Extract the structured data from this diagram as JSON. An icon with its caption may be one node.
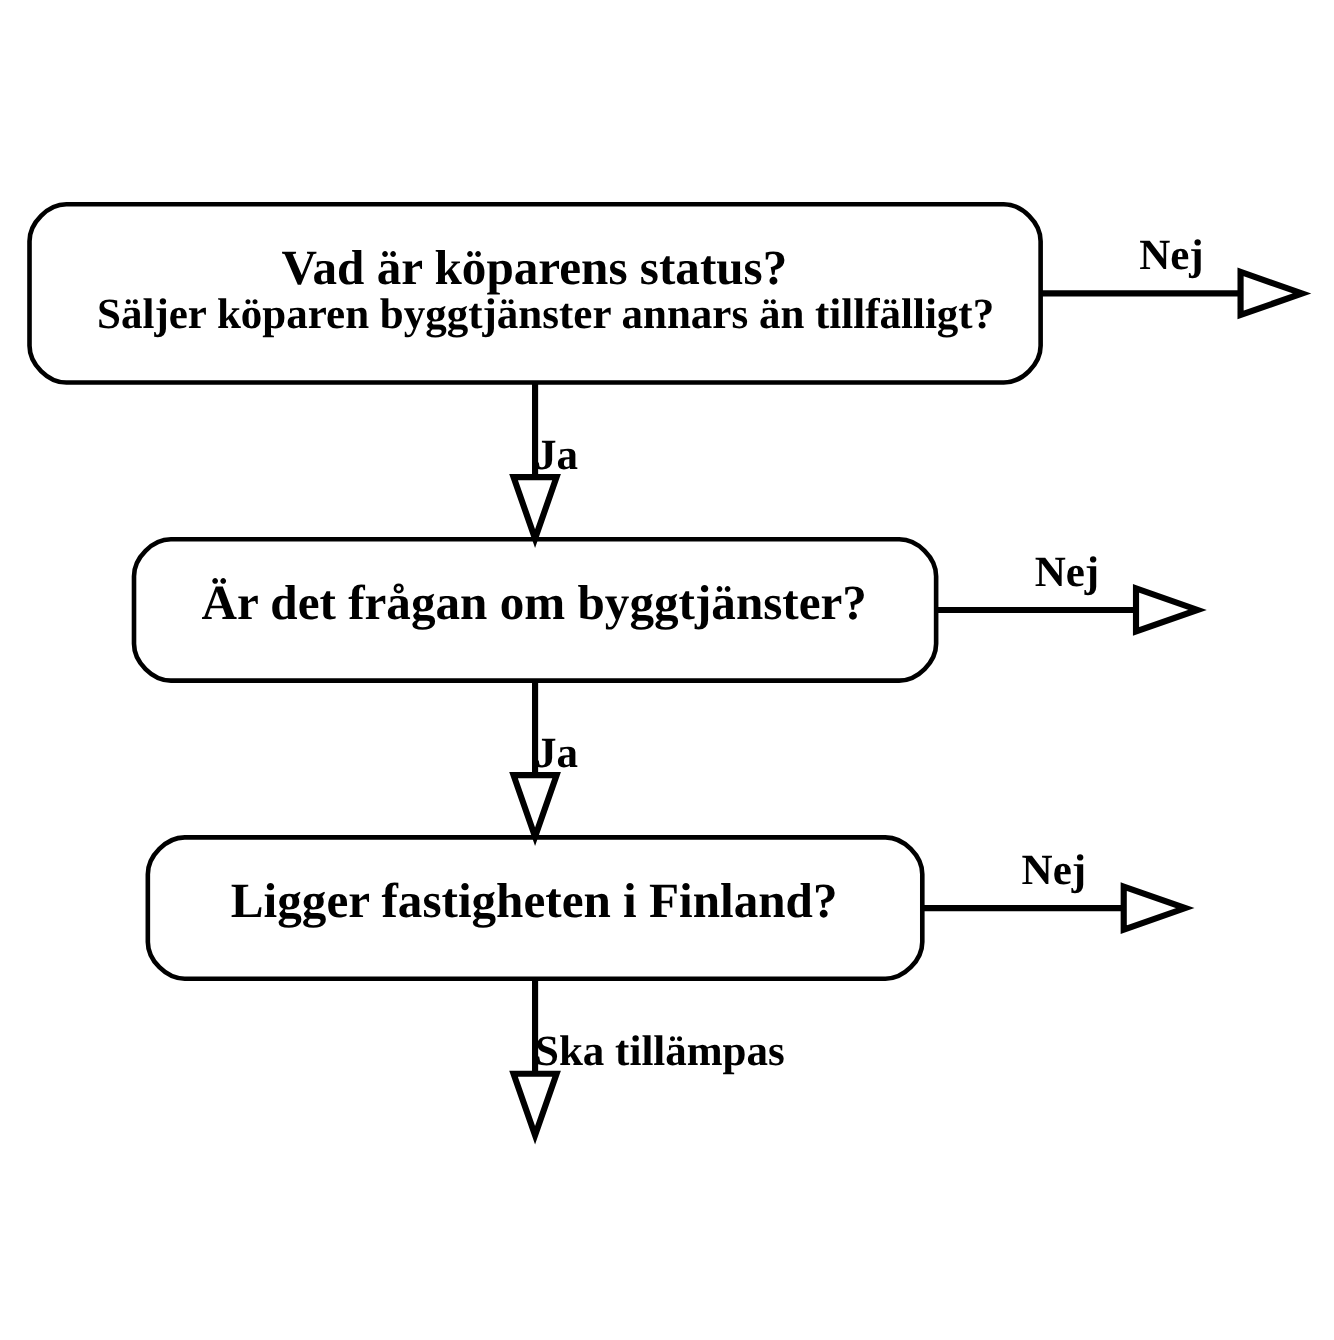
{
  "diagram": {
    "nodes": [
      {
        "text": [
          "Vad är köparens status?",
          "Säljer köparen byggtjänster annars än tillfälligt?"
        ]
      },
      {
        "text": [
          "Är det frågan om byggtjänster?"
        ]
      },
      {
        "text": [
          "Ligger fastigheten i Finland?"
        ]
      }
    ],
    "edges": [
      {
        "from": 0,
        "to": null,
        "arrow": "to",
        "label": "Nej"
      },
      {
        "from": 0,
        "to": 1,
        "arrow": "to",
        "label": "Ja"
      },
      {
        "from": 1,
        "to": null,
        "arrow": "to",
        "label": "Nej"
      },
      {
        "from": 1,
        "to": 2,
        "arrow": "to",
        "label": "Ja"
      },
      {
        "from": 2,
        "to": null,
        "arrow": "to",
        "label": "Nej"
      },
      {
        "from": 2,
        "to": null,
        "arrow": "to",
        "label": "Ska tillämpas"
      }
    ]
  }
}
